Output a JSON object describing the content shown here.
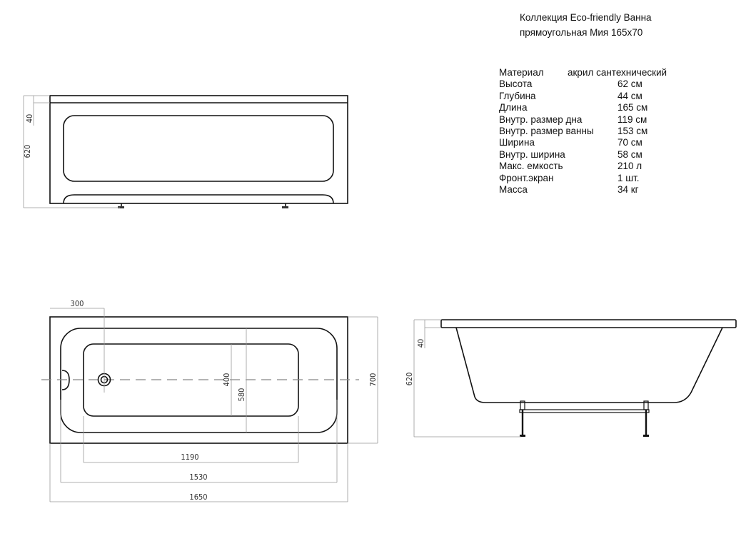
{
  "title": {
    "line1": "Коллекция Eco-friendly Ванна",
    "line2": "прямоугольная  Мия 165x70"
  },
  "specs": [
    {
      "label": "Материал",
      "value": "акрил сантехнический"
    },
    {
      "label": "Высота",
      "value": "62 см"
    },
    {
      "label": "Глубина",
      "value": "44 см"
    },
    {
      "label": "Длина",
      "value": "165 см"
    },
    {
      "label": "Внутр. размер дна",
      "value": "119 см"
    },
    {
      "label": "Внутр. размер ванны",
      "value": "153 см"
    },
    {
      "label": "Ширина",
      "value": "70 см"
    },
    {
      "label": "Внутр. ширина",
      "value": "58 см"
    },
    {
      "label": "Макс. емкость",
      "value": "210 л"
    },
    {
      "label": "Фронт.экран",
      "value": "1 шт."
    },
    {
      "label": "Масса",
      "value": "34 кг"
    }
  ],
  "front_view": {
    "height": "620",
    "rim": "40"
  },
  "plan_view": {
    "drain_offset": "300",
    "bottom_width": "400",
    "inner_width": "580",
    "width": "700",
    "bottom_length": "1190",
    "inner_length": "1530",
    "length": "1650"
  },
  "side_view": {
    "height": "620",
    "rim": "40"
  }
}
